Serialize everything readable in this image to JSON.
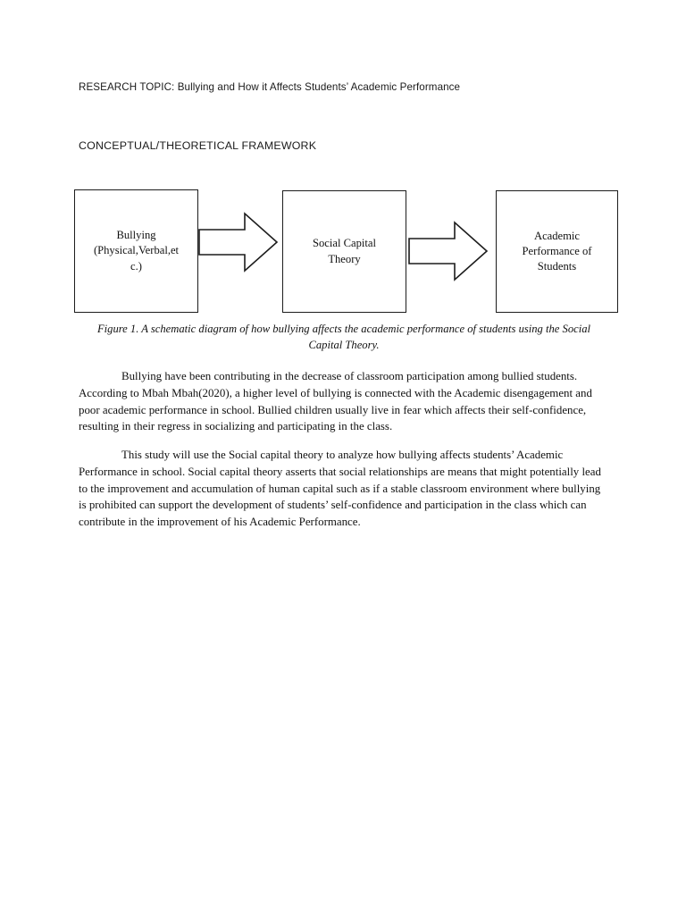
{
  "document": {
    "research_topic": "RESEARCH TOPIC: Bullying and How it Affects Students’ Academic Performance",
    "section_heading": "CONCEPTUAL/THEORETICAL FRAMEWORK"
  },
  "diagram": {
    "nodes": [
      {
        "id": "bullying",
        "label": "Bullying\n(Physical,Verbal,et\nc.)"
      },
      {
        "id": "social-capital-theory",
        "label": "Social Capital\nTheory"
      },
      {
        "id": "academic-performance",
        "label": "Academic\nPerformance of\nStudents"
      }
    ],
    "arrows": [
      {
        "id": "arrow-1",
        "from": "bullying",
        "to": "social-capital-theory",
        "direction": "right"
      },
      {
        "id": "arrow-2",
        "from": "social-capital-theory",
        "to": "academic-performance",
        "direction": "right"
      }
    ],
    "stroke_color": "#1c1c1c",
    "fill_color": "#ffffff"
  },
  "figure": {
    "caption": "Figure 1. A schematic diagram of how bullying affects the academic performance of students using the Social Capital Theory."
  },
  "paragraphs": {
    "first": "Bullying have been contributing in the decrease of classroom participation among bullied students. According to Mbah Mbah(2020), a higher level of bullying  is connected with the Academic disengagement and poor academic performance in school. Bullied children usually live in fear which affects their self-confidence, resulting in their regress in socializing and participating in the class.",
    "second": "This study will use the Social capital theory to analyze how bullying affects students’ Academic Performance in school. Social capital theory asserts that social relationships are means that might potentially lead to the improvement and accumulation of human capital such as if a stable classroom environment where bullying is prohibited can support the development of students’ self-confidence and participation in the class which can contribute in the improvement of his Academic Performance."
  }
}
